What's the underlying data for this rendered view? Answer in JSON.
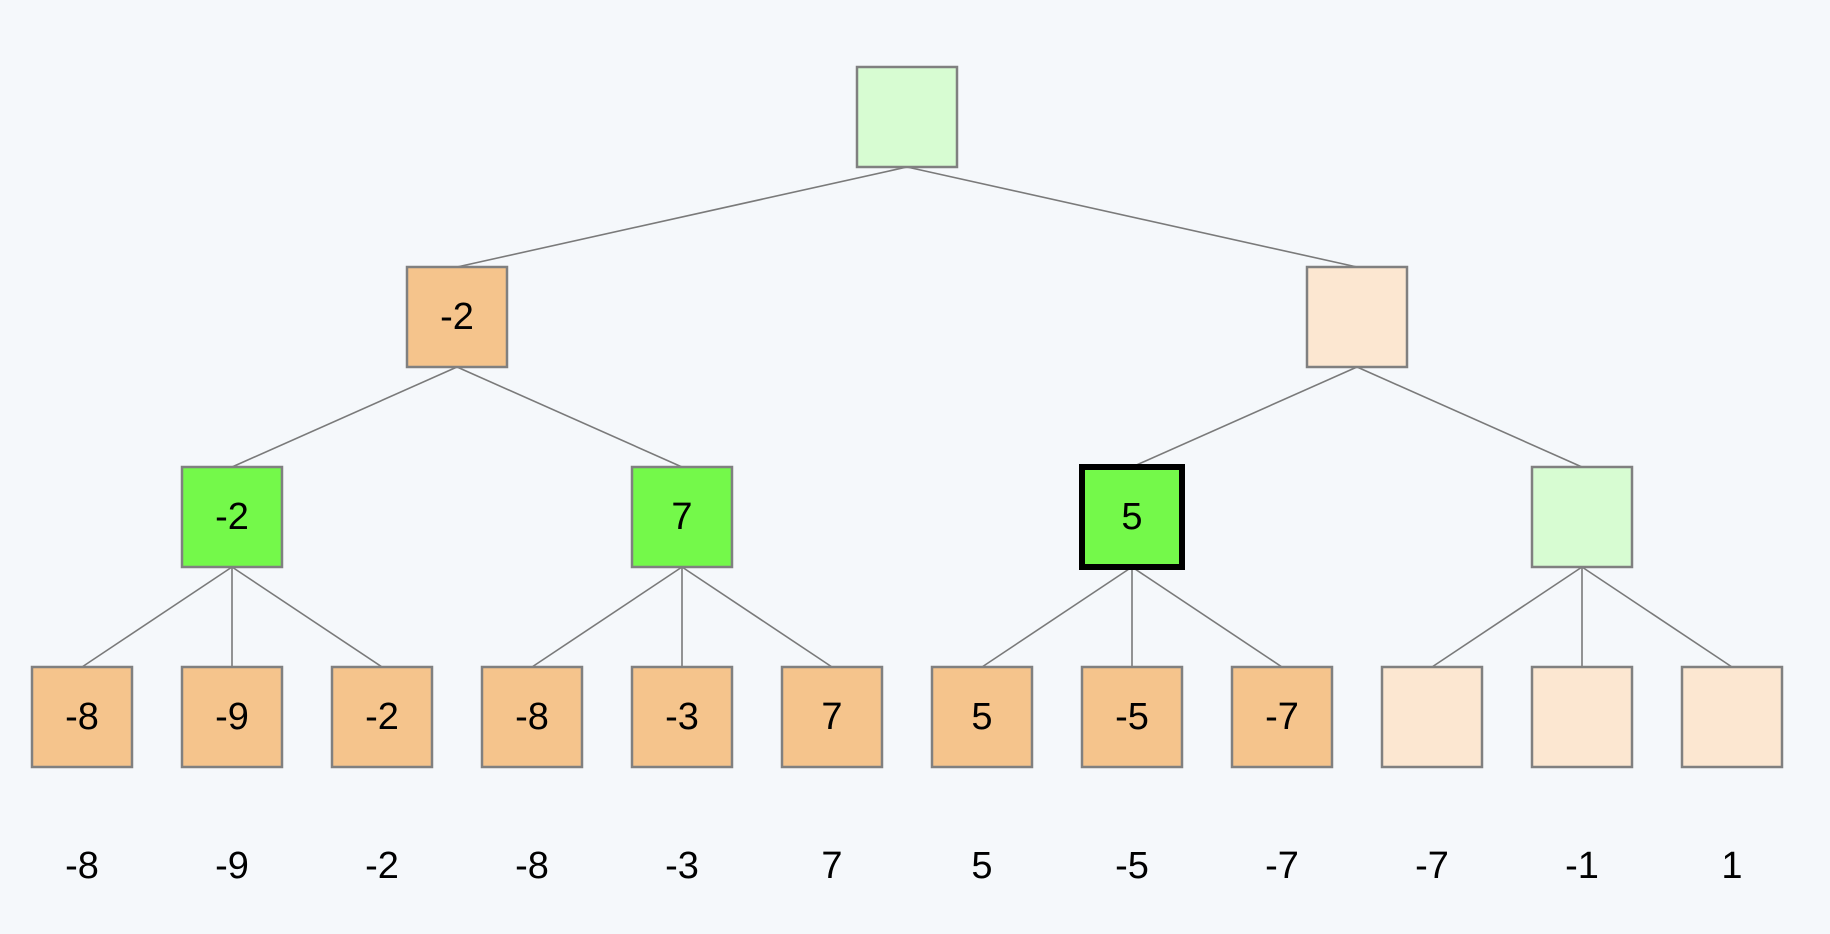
{
  "colors": {
    "background": "#f5f8fb",
    "max_evaluated": "#74f94a",
    "max_pending": "#d7fcd2",
    "min_evaluated": "#f5c48c",
    "min_pending": "#fce7d1",
    "edge": "#7a7a7a",
    "border": "#808080",
    "current_border": "#000000"
  },
  "tree": {
    "root": {
      "label": "",
      "role": "max",
      "state": "pending",
      "children": [
        {
          "label": "-2",
          "role": "min",
          "state": "evaluated",
          "children": [
            {
              "label": "-2",
              "role": "max",
              "state": "evaluated",
              "children": [
                {
                  "label": "-8",
                  "role": "min",
                  "state": "evaluated"
                },
                {
                  "label": "-9",
                  "role": "min",
                  "state": "evaluated"
                },
                {
                  "label": "-2",
                  "role": "min",
                  "state": "evaluated"
                }
              ]
            },
            {
              "label": "7",
              "role": "max",
              "state": "evaluated",
              "children": [
                {
                  "label": "-8",
                  "role": "min",
                  "state": "evaluated"
                },
                {
                  "label": "-3",
                  "role": "min",
                  "state": "evaluated"
                },
                {
                  "label": "7",
                  "role": "min",
                  "state": "evaluated"
                }
              ]
            }
          ]
        },
        {
          "label": "",
          "role": "min",
          "state": "pending",
          "children": [
            {
              "label": "5",
              "role": "max",
              "state": "evaluated",
              "current": true,
              "children": [
                {
                  "label": "5",
                  "role": "min",
                  "state": "evaluated"
                },
                {
                  "label": "-5",
                  "role": "min",
                  "state": "evaluated"
                },
                {
                  "label": "-7",
                  "role": "min",
                  "state": "evaluated"
                }
              ]
            },
            {
              "label": "",
              "role": "max",
              "state": "pending",
              "children": [
                {
                  "label": "",
                  "role": "min",
                  "state": "pending"
                },
                {
                  "label": "",
                  "role": "min",
                  "state": "pending"
                },
                {
                  "label": "",
                  "role": "min",
                  "state": "pending"
                }
              ]
            }
          ]
        }
      ]
    }
  },
  "leaf_values": [
    "-8",
    "-9",
    "-2",
    "-8",
    "-3",
    "7",
    "5",
    "-5",
    "-7",
    "-7",
    "-1",
    "1"
  ]
}
